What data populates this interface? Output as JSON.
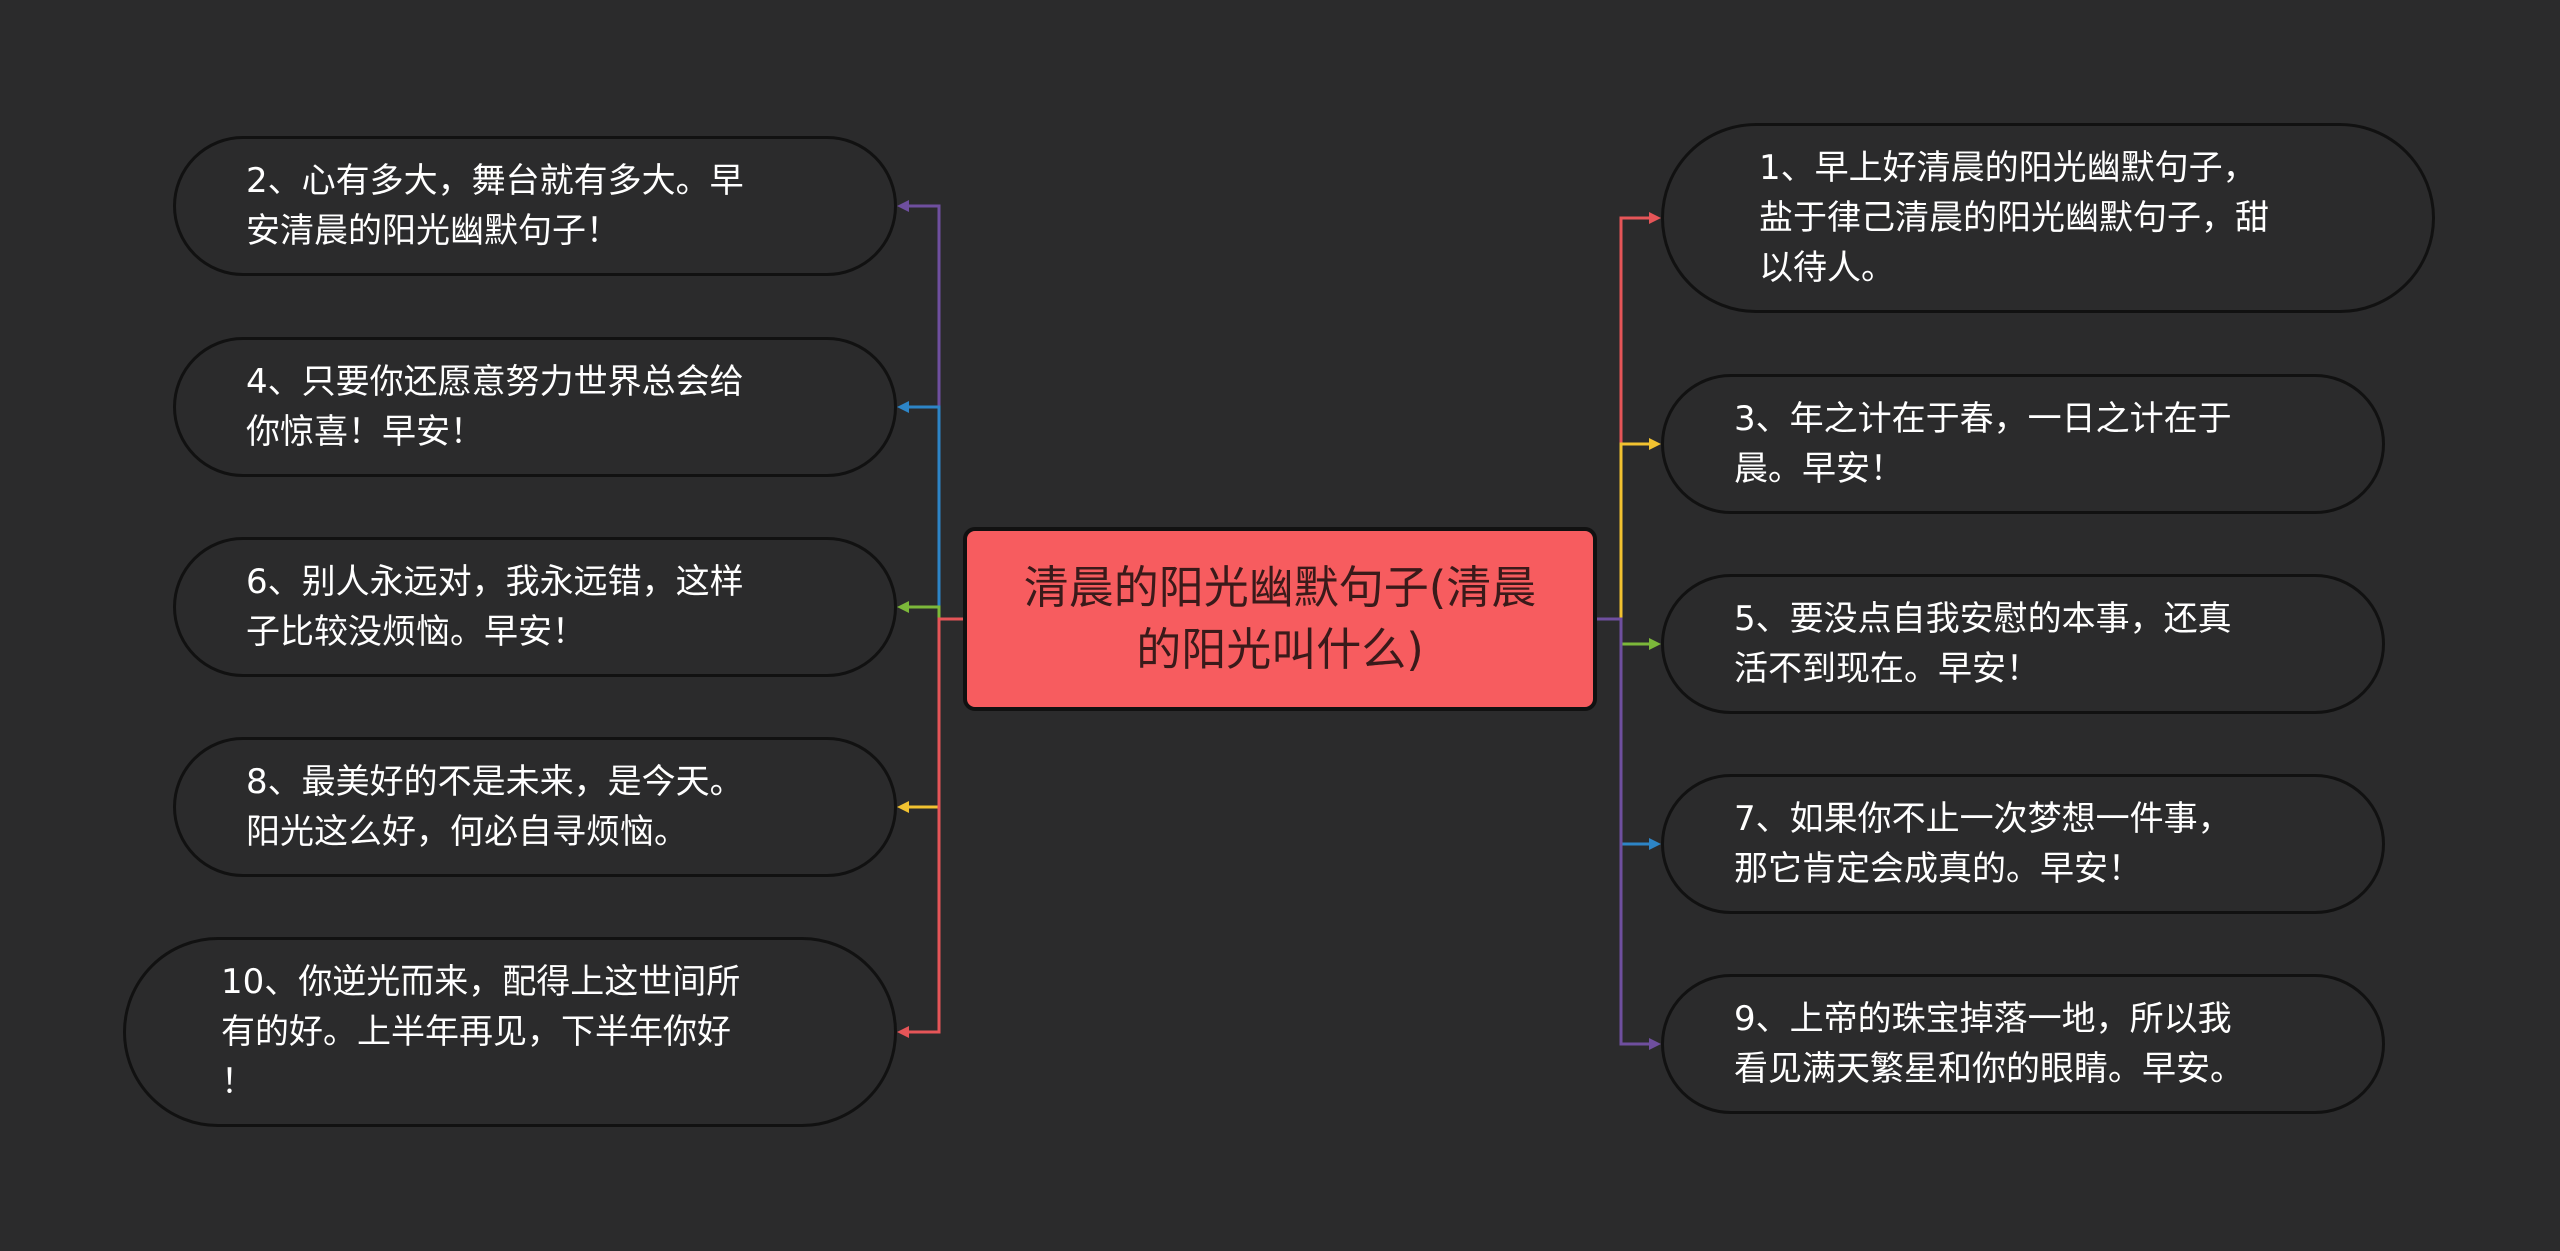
{
  "root": {
    "title": "清晨的阳光幽默句子(清晨\n的阳光叫什么)",
    "fill": "#f75c5f"
  },
  "branches": {
    "left": [
      {
        "text": "2、心有多大，舞台就有多大。早\n安清晨的阳光幽默句子！",
        "color": "#6f4f9f"
      },
      {
        "text": "4、只要你还愿意努力世界总会给\n你惊喜！早安！",
        "color": "#2d85c7"
      },
      {
        "text": "6、别人永远对，我永远错，这样\n子比较没烦恼。早安！",
        "color": "#7cb83a"
      },
      {
        "text": "8、最美好的不是未来，是今天。\n阳光这么好，何必自寻烦恼。",
        "color": "#f2c230"
      },
      {
        "text": "10、你逆光而来，配得上这世间所\n有的好。上半年再见，下半年你好\n！",
        "color": "#e65558"
      }
    ],
    "right": [
      {
        "text": "1、早上好清晨的阳光幽默句子，\n盐于律己清晨的阳光幽默句子，甜\n以待人。",
        "color": "#e65558"
      },
      {
        "text": "3、年之计在于春，一日之计在于\n晨。早安！",
        "color": "#f2c230"
      },
      {
        "text": "5、要没点自我安慰的本事，还真\n活不到现在。早安！",
        "color": "#7cb83a"
      },
      {
        "text": "7、如果你不止一次梦想一件事，\n那它肯定会成真的。早安！",
        "color": "#2d85c7"
      },
      {
        "text": "9、上帝的珠宝掉落一地，所以我\n看见满天繁星和你的眼睛。早安。",
        "color": "#6f4f9f"
      }
    ]
  }
}
